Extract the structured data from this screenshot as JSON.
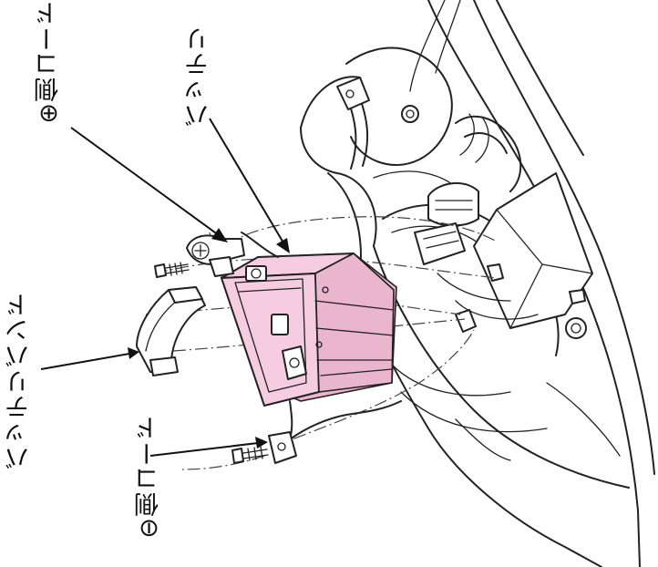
{
  "labels": {
    "positive_cord": "⊕側コード",
    "battery": "バッテリ",
    "battery_band": "バッテリバンド",
    "negative_cord": "⊖側コード"
  }
}
